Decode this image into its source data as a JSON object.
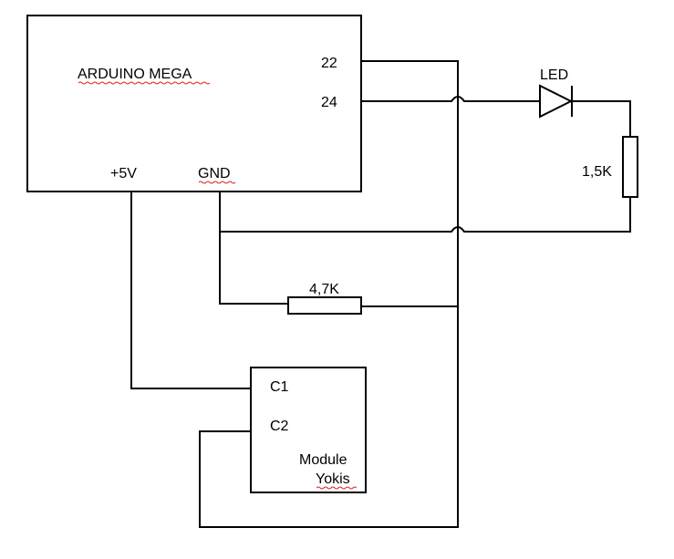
{
  "arduino": {
    "title": "ARDUINO MEGA",
    "pin_22": "22",
    "pin_24": "24",
    "pin_5v": "+5V",
    "pin_gnd": "GND"
  },
  "led": {
    "label": "LED"
  },
  "resistor_led": {
    "label": "1,5K"
  },
  "resistor_pull": {
    "label": "4,7K"
  },
  "module": {
    "pin_c1": "C1",
    "pin_c2": "C2",
    "name_line1": "Module",
    "name_line2": "Yokis"
  },
  "colors": {
    "line": "#000000",
    "spellcheck_squiggle": "#dd2222",
    "background": "#ffffff"
  }
}
